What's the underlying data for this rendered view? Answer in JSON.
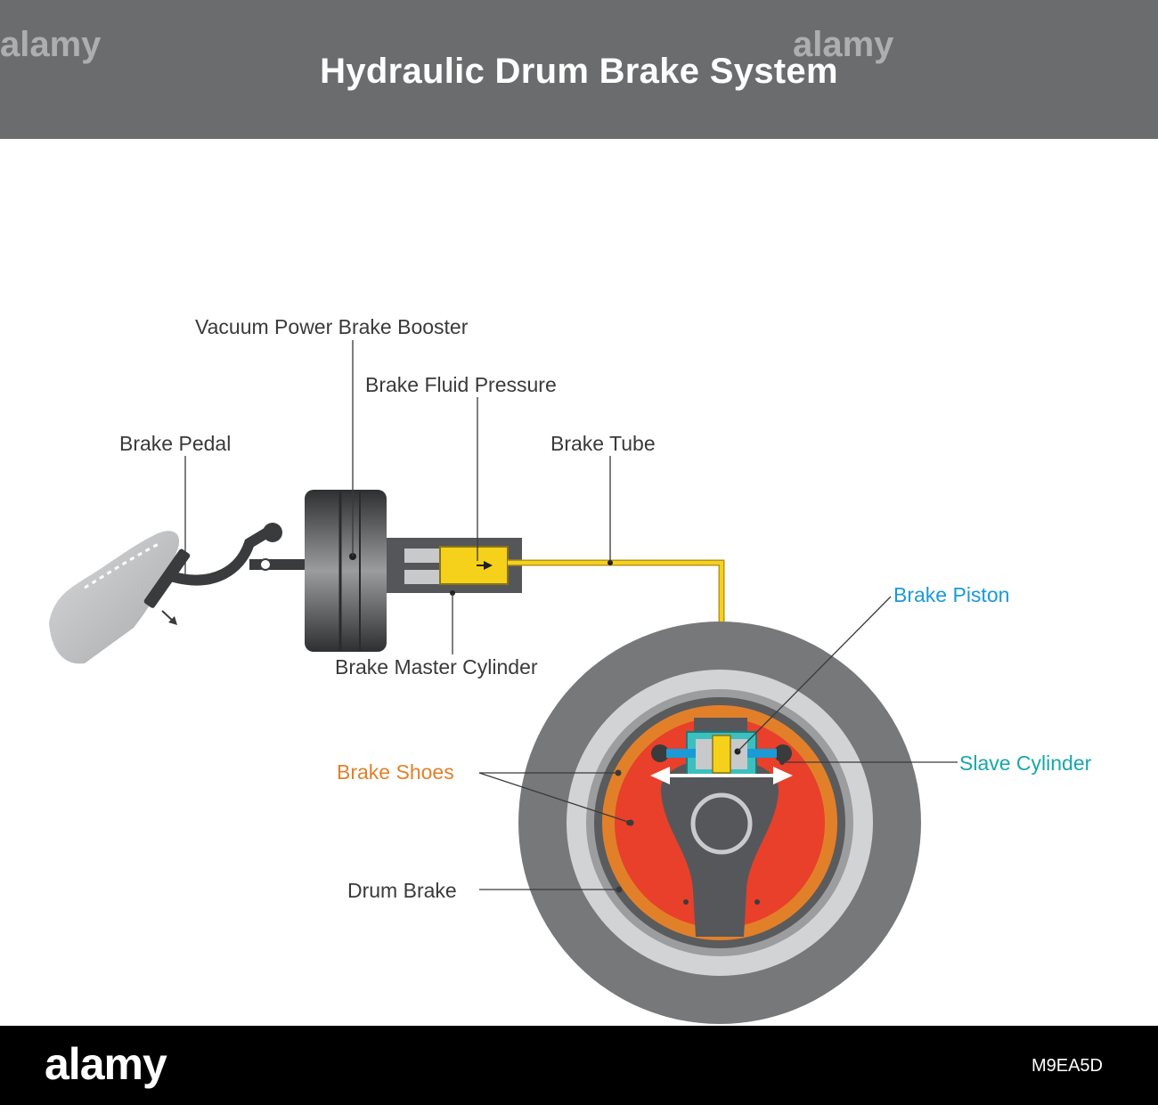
{
  "header": {
    "title": "Hydraulic Drum Brake System",
    "watermark": "alamy"
  },
  "labels": {
    "vacuum_booster": "Vacuum Power Brake Booster",
    "fluid_pressure": "Brake Fluid Pressure",
    "brake_pedal": "Brake Pedal",
    "brake_tube": "Brake Tube",
    "master_cylinder": "Brake Master Cylinder",
    "brake_piston": "Brake Piston",
    "slave_cylinder": "Slave Cylinder",
    "brake_shoes": "Brake Shoes",
    "drum_brake": "Drum Brake"
  },
  "footer": {
    "brand": "alamy",
    "image_id": "M9EA5D"
  },
  "colors": {
    "header_bg": "#6b6c6e",
    "fluid_yellow": "#f5d11c",
    "piston_blue": "#1a9ad6",
    "slave_teal": "#3bbfbf",
    "shoe_orange": "#e2802a",
    "shoe_red": "#e8402a",
    "tire_gray": "#7a7b7d",
    "footer_bg": "#000000"
  }
}
